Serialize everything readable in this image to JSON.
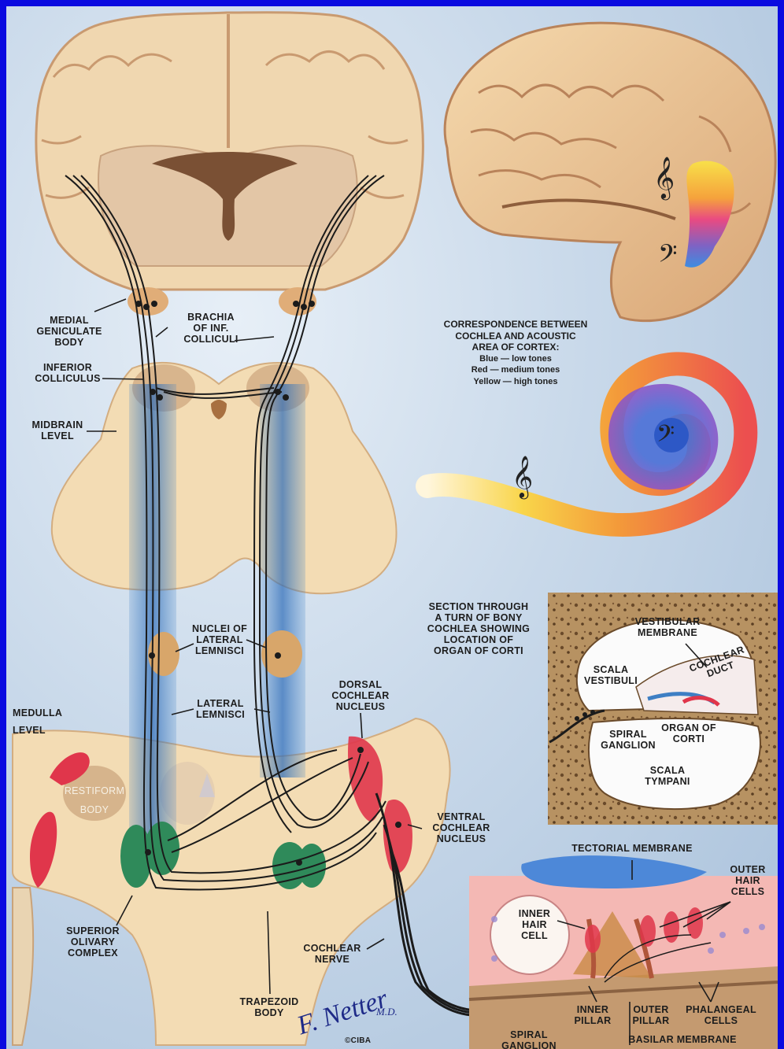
{
  "labels": {
    "medial_geniculate": "MEDIAL\nGENICULATE\nBODY",
    "brachia": "BRACHIA\nOF INF.\nCOLLICULI",
    "inferior_colliculus": "INFERIOR\nCOLLICULUS",
    "midbrain_level": "MIDBRAIN\nLEVEL",
    "nuclei_lateral_lemnisci": "NUCLEI OF\nLATERAL\nLEMNISCI",
    "lateral_lemnisci": "LATERAL\nLEMNISCI",
    "dorsal_cochlear": "DORSAL\nCOCHLEAR\nNUCLEUS",
    "medulla_level": "MEDULLA\nLEVEL",
    "restiform_body": "RESTIFORM\nBODY",
    "ventral_cochlear": "VENTRAL\nCOCHLEAR\nNUCLEUS",
    "superior_olivary": "SUPERIOR\nOLIVARY\nCOMPLEX",
    "cochlear_nerve": "COCHLEAR\nNERVE",
    "trapezoid_body": "TRAPEZOID\nBODY",
    "section_title": "SECTION THROUGH\nA TURN OF BONY\nCOCHLEA SHOWING\nLOCATION OF\nORGAN OF CORTI",
    "vestibular_membrane": "VESTIBULAR\nMEMBRANE",
    "scala_vestibuli": "SCALA\nVESTIBULI",
    "cochlear_duct": "COCHLEAR\nDUCT",
    "spiral_ganglion_section": "SPIRAL\nGANGLION",
    "organ_of_corti": "ORGAN OF\nCORTI",
    "scala_tympani": "SCALA\nTYMPANI",
    "tectorial_membrane": "TECTORIAL MEMBRANE",
    "outer_hair_cells": "OUTER\nHAIR\nCELLS",
    "inner_hair_cell": "INNER\nHAIR\nCELL",
    "inner_pillar": "INNER\nPILLAR",
    "outer_pillar": "OUTER\nPILLAR",
    "phalangeal_cells": "PHALANGEAL\nCELLS",
    "spiral_ganglion_bottom": "SPIRAL\nGANGLION",
    "basilar_membrane": "BASILAR MEMBRANE"
  },
  "legend": {
    "title": "CORRESPONDENCE BETWEEN\nCOCHLEA AND ACOUSTIC\nAREA OF CORTEX:",
    "blue": "Blue — low tones",
    "red": "Red — medium tones",
    "yellow": "Yellow — high tones"
  },
  "signature": {
    "name": "F. Netter",
    "degree": "M.D.",
    "copyright": "©CIBA"
  },
  "icons": {
    "treble_clef": "𝄞",
    "bass_clef": "𝄢"
  },
  "colors": {
    "frame": "#0a0ae0",
    "tissue": "#f2dcb6",
    "pathway_blue": "#3e7fc4",
    "nucleus_red": "#e0364b",
    "olive_green": "#2f8a5a"
  }
}
